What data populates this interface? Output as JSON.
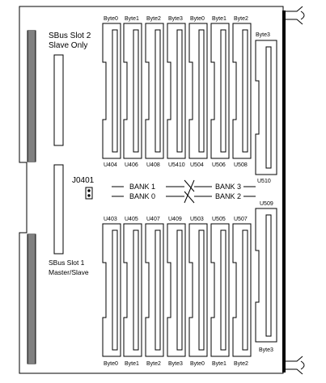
{
  "board": {
    "slot2": {
      "line1": "SBus Slot 2",
      "line2": "Slave Only"
    },
    "slot1": {
      "line1": "SBus Slot 1",
      "line2": "Master/Slave"
    },
    "jumper": "J0401"
  },
  "banks": {
    "bank1": "BANK 1",
    "bank0": "BANK 0",
    "bank3": "BANK 3",
    "bank2": "BANK 2"
  },
  "top_row": {
    "bytes": [
      "Byte0",
      "Byte1",
      "Byte2",
      "Byte3",
      "Byte0",
      "Byte1",
      "Byte2"
    ],
    "refs": [
      "U404",
      "U406",
      "U408",
      "U5410",
      "U504",
      "U506",
      "U508"
    ],
    "side_byte": "Byte3",
    "side_ref": "U510"
  },
  "bottom_row": {
    "refs": [
      "U403",
      "U405",
      "U407",
      "U409",
      "U503",
      "U505",
      "U507"
    ],
    "bytes": [
      "Byte0",
      "Byte1",
      "Byte2",
      "Byte3",
      "Byte0",
      "Byte1",
      "Byte2"
    ],
    "side_ref": "U509",
    "side_byte": "Byte3"
  },
  "colors": {
    "line": "#000000",
    "background": "#ffffff"
  }
}
